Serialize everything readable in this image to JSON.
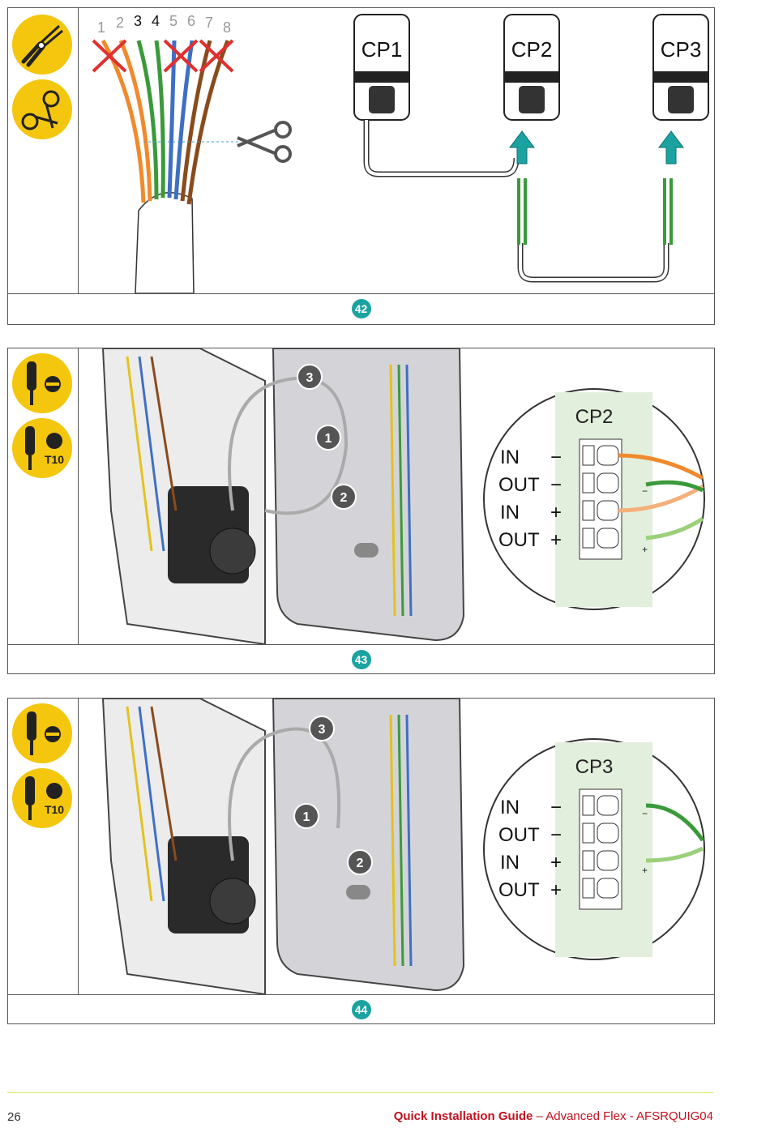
{
  "steps": [
    {
      "number": "42",
      "wire_numbers": [
        "1",
        "2",
        "3",
        "4",
        "5",
        "6",
        "7",
        "8"
      ],
      "chargers": [
        "CP1",
        "CP2",
        "CP3"
      ]
    },
    {
      "number": "43",
      "callouts": [
        "1",
        "2",
        "3"
      ],
      "tool_label": "T10",
      "terminal": {
        "title": "CP2",
        "rows": [
          {
            "label": "IN",
            "sign": "−"
          },
          {
            "label": "OUT",
            "sign": "−"
          },
          {
            "label": "IN",
            "sign": "+"
          },
          {
            "label": "OUT",
            "sign": "+"
          }
        ],
        "wire_marks": [
          "−",
          "+"
        ]
      }
    },
    {
      "number": "44",
      "callouts": [
        "1",
        "2",
        "3"
      ],
      "tool_label": "T10",
      "terminal": {
        "title": "CP3",
        "rows": [
          {
            "label": "IN",
            "sign": "−"
          },
          {
            "label": "OUT",
            "sign": "−"
          },
          {
            "label": "IN",
            "sign": "+"
          },
          {
            "label": "OUT",
            "sign": "+"
          }
        ],
        "wire_marks": [
          "−",
          "+"
        ]
      }
    }
  ],
  "footer": {
    "page_number": "26",
    "title_bold": "Quick Installation Guide",
    "title_rest": " – Advanced Flex - AFSRQUIG04"
  },
  "colors": {
    "accent_teal": "#1aa3a0",
    "tool_yellow": "#f4c60d",
    "footer_red": "#c1121f"
  }
}
